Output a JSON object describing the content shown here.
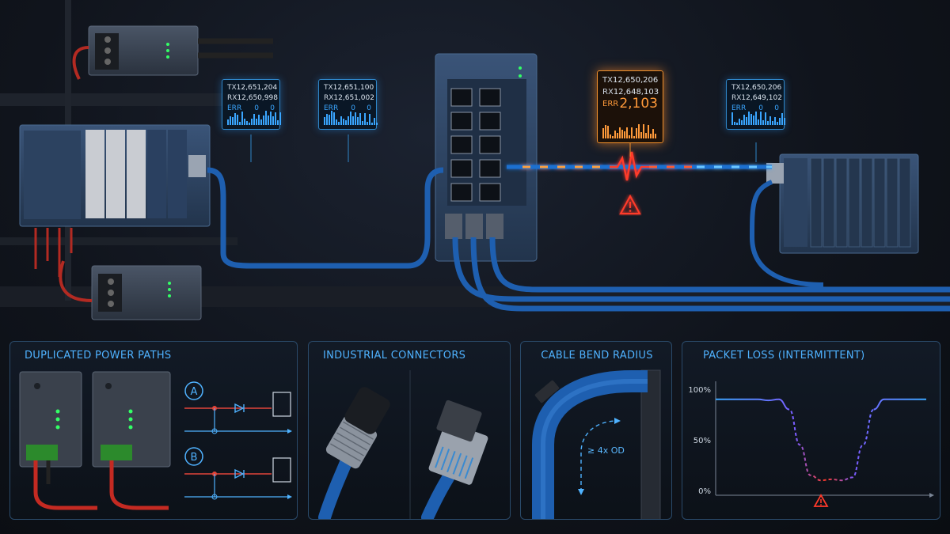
{
  "links": [
    {
      "tx_label": "TX",
      "tx": "12,651,204",
      "rx_label": "RX",
      "rx": "12,650,998",
      "err_label": "ERR",
      "err_a": "0",
      "err_b": "0"
    },
    {
      "tx_label": "TX",
      "tx": "12,651,100",
      "rx_label": "RX",
      "rx": "12,651,002",
      "err_label": "ERR",
      "err_a": "0",
      "err_b": "0"
    },
    {
      "tx_label": "TX",
      "tx": "12,650,206",
      "rx_label": "RX",
      "rx": "12,648,103",
      "err_label": "ERR",
      "err_a": "2,103",
      "err_b": ""
    },
    {
      "tx_label": "TX",
      "tx": "12,650,206",
      "rx_label": "RX",
      "rx": "12,649,102",
      "err_label": "ERR",
      "err_a": "0",
      "err_b": "0"
    }
  ],
  "panels": {
    "power": {
      "title": "DUPLICATED POWER PATHS",
      "path_a": "A",
      "path_b": "B"
    },
    "connectors": {
      "title": "INDUSTRIAL CONNECTORS"
    },
    "bend": {
      "title": "CABLE BEND RADIUS",
      "radius_label": "≥ 4x OD"
    },
    "loss": {
      "title": "PACKET LOSS (INTERMITTENT)"
    }
  },
  "colors": {
    "link_ok": "#2f8fe0",
    "link_error": "#ff3a2a",
    "warning": "#ff8a2a",
    "accent": "#4fb2ff"
  },
  "icons": [
    "warning-triangle-icon",
    "diode-icon",
    "rj45-plug-icon",
    "m12-connector-icon",
    "ethernet-port-icon"
  ],
  "chart_data": {
    "type": "line",
    "title": "PACKET LOSS (INTERMITTENT)",
    "xlabel": "",
    "ylabel": "",
    "ylim": [
      0,
      100
    ],
    "y_ticks": [
      "100%",
      "50%",
      "0%"
    ],
    "x": [
      0,
      1,
      2,
      3,
      4,
      5,
      6,
      7,
      8,
      9,
      10,
      11,
      12,
      13,
      14,
      15,
      16,
      17,
      18,
      19,
      20
    ],
    "values": [
      90,
      90,
      90,
      90,
      90,
      89,
      90,
      80,
      45,
      15,
      10,
      11,
      10,
      13,
      45,
      80,
      90,
      90,
      90,
      90,
      90
    ],
    "annotations": [
      "warning-triangle-icon at minimum"
    ]
  }
}
